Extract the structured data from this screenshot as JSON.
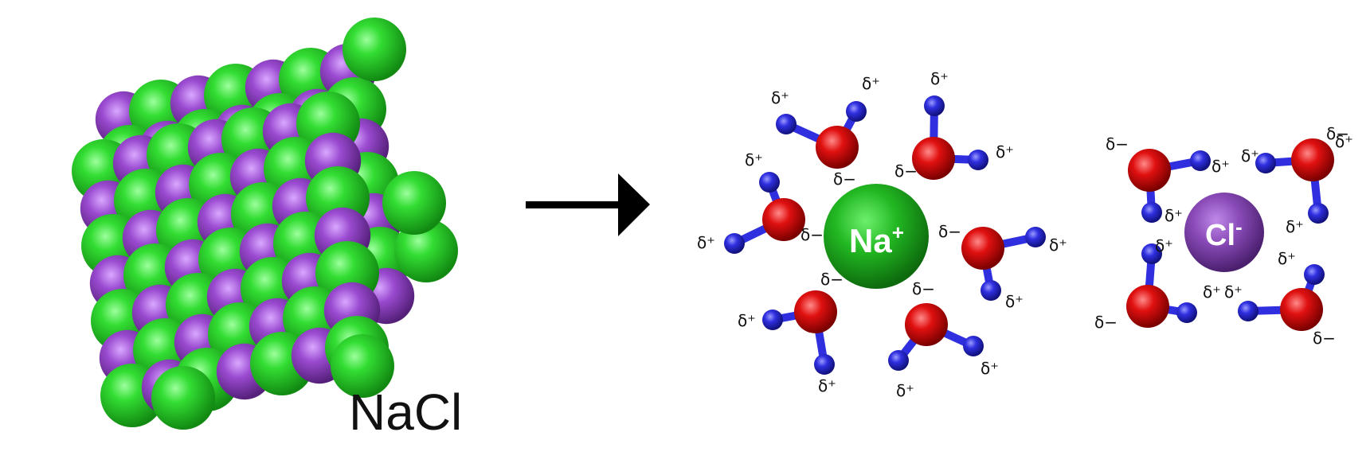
{
  "crystal": {
    "label": "NaCl",
    "colors": {
      "sodium": "#2ed12e",
      "chloride": "#9b48d0"
    }
  },
  "arrow": {
    "color": "#000000"
  },
  "sodium_ion": {
    "symbol": "Na",
    "charge": "+",
    "color": "#22b822"
  },
  "chloride_ion": {
    "symbol": "Cl",
    "charge": "-",
    "color": "#8a4bb8"
  },
  "water": {
    "oxygen_color": "#e01010",
    "hydrogen_color": "#2f2fe0",
    "partial_positive": "δ⁺",
    "partial_negative": "δ−"
  }
}
